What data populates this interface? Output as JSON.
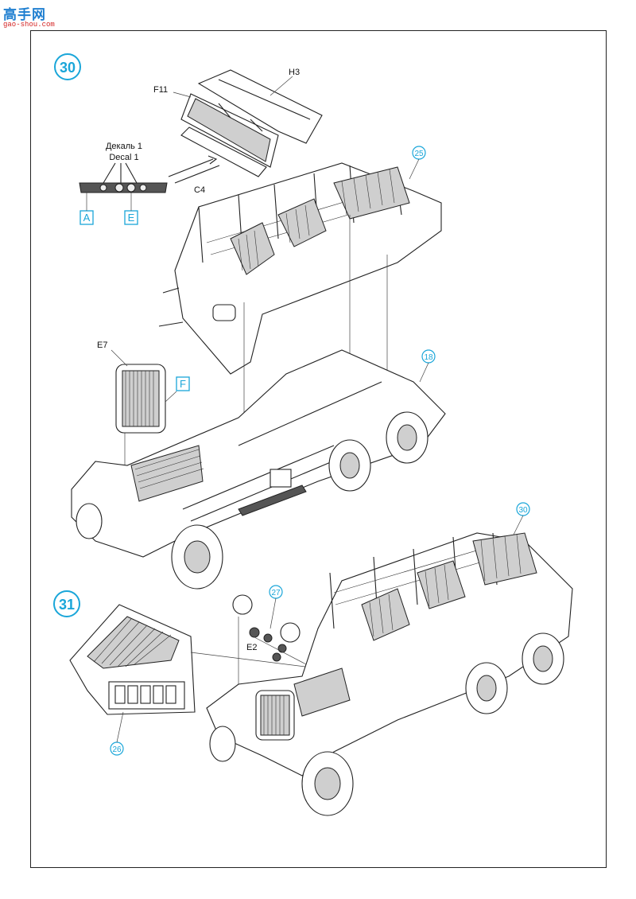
{
  "watermark": {
    "main": "高手网",
    "sub": "gao-shou.com"
  },
  "steps": {
    "s30": {
      "number": "30"
    },
    "s31": {
      "number": "31"
    }
  },
  "parts": {
    "h3": "H3",
    "f11": "F11",
    "c4": "C4",
    "e7": "E7",
    "e2": "E2",
    "decal_ru": "Декаль 1",
    "decal_en": "Decal 1"
  },
  "paint_codes": {
    "a": "A",
    "e": "E",
    "f": "F"
  },
  "step_refs": {
    "r25": "25",
    "r18": "18",
    "r30": "30",
    "r27": "27",
    "r26": "26"
  }
}
